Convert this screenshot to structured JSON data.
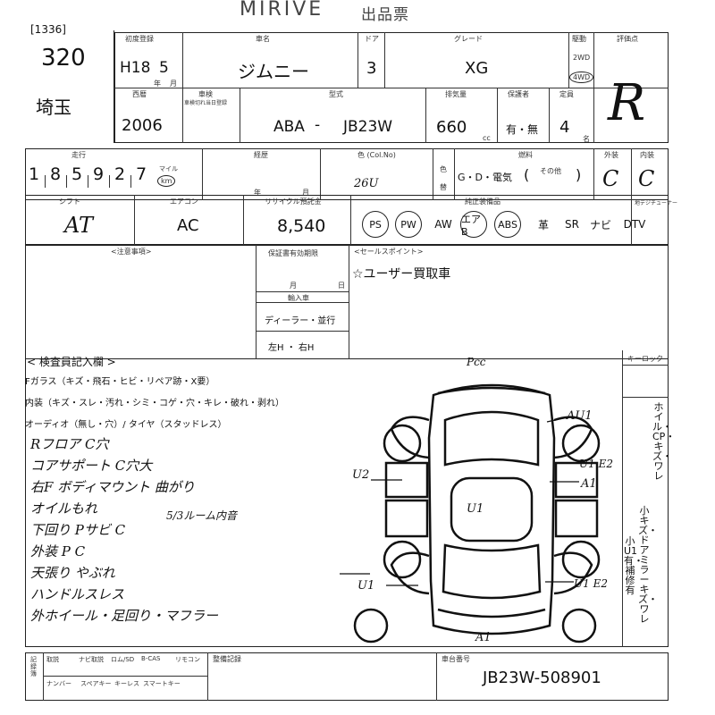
{
  "header": {
    "brand": "MIRIVE",
    "form_title": "出品票"
  },
  "lot": {
    "code": "[1336]",
    "number": "320",
    "location": "埼玉"
  },
  "row1": {
    "first_reg_label": "初度登録",
    "first_reg": "H18",
    "first_reg_month": "5",
    "first_reg_year_unit": "年",
    "first_reg_month_unit": "月",
    "car_name_label": "車名",
    "car_name": "ジムニー",
    "doors_label": "ドア",
    "doors": "3",
    "grade_label": "グレード",
    "grade": "XG",
    "drive_label": "駆動",
    "drive_2wd": "2WD",
    "drive_4wd": "4WD",
    "eval_label": "評価点",
    "eval": "R"
  },
  "row2": {
    "year_label": "西暦",
    "year": "2006",
    "inspection_label": "車検",
    "inspection_note": "車検切れ当日登録",
    "model_label": "型式",
    "model_prefix": "ABA",
    "model_dash": "-",
    "model_code": "JB23W",
    "displacement_label": "排気量",
    "displacement": "660",
    "displacement_unit": "cc",
    "fuel_label": "保護者",
    "fuel_value": "有・無",
    "capacity_label": "定員",
    "capacity": "4",
    "capacity_unit": "名"
  },
  "row3": {
    "mileage_label": "走行",
    "mileage_digits": [
      "1",
      "8",
      "5",
      "9",
      "2",
      "7"
    ],
    "mileage_unit_mile": "マイル",
    "mileage_unit_km": "km",
    "history_label": "経歴",
    "history_year_unit": "年",
    "history_month_unit": "月",
    "color_label": "色 (Col.No)",
    "color_code": "26U",
    "color_change_1": "色",
    "color_change_2": "替",
    "fuel_type_label": "燃料",
    "fuel_type": "G・D・電気",
    "fuel_other": "その他",
    "fuel_paren_open": "(",
    "fuel_paren_close": ")",
    "exterior_label": "外装",
    "exterior": "C",
    "interior_label": "内装",
    "interior": "C"
  },
  "row4": {
    "shift_label": "シフト",
    "shift": "AT",
    "aircon_label": "エアコン",
    "aircon": "AC",
    "recycle_label": "リサイクル預託金",
    "recycle": "8,540",
    "equipment_label": "純正装備品",
    "equipment": [
      "PS",
      "PW",
      "AW",
      "エアB",
      "ABS",
      "革",
      "SR",
      "ナビ",
      "DTV"
    ],
    "tv_label": "地デジチューナー"
  },
  "caution": {
    "label": "<注意事項>"
  },
  "warranty": {
    "label": "保証書有効期限",
    "month": "月",
    "day": "日"
  },
  "import": {
    "label": "輸入車",
    "dealer": "ディーラー・並行",
    "steering": "左H ・ 右H"
  },
  "sales_point": {
    "label": "<セールスポイント>",
    "text": "☆ユーザー買取車"
  },
  "inspector": {
    "label": "< 検査員記入欄 >",
    "lines": [
      "Fガラス（キズ・飛石・ヒビ・リペア跡・X要）",
      "内装（キズ・スレ・汚れ・シミ・コゲ・穴・キレ・破れ・剥れ）",
      "オーディオ（無し・穴）/ タイヤ（スタッドレス）"
    ]
  },
  "notes": [
    "Rフロア C穴",
    "コアサポート C穴大",
    "右F ボディマウント 曲がり",
    "オイルもれ",
    "下回り Pサビ C",
    "外装 P C",
    "天張り やぶれ",
    "ハンドルスレス",
    "外ホイール・足回り・マフラー"
  ],
  "notes_extra": "5/3ルーム内音",
  "diagram": {
    "marks": [
      "Pcc",
      "AU1",
      "U2",
      "U1 E2",
      "A1",
      "U1",
      "U1",
      "U1 E2",
      "A1"
    ]
  },
  "key_lock": {
    "label": "キーロック"
  },
  "side_notes": {
    "col1": "ホイル・CP・キズ・ワレ",
    "col2": "小キズ・ドアミラーキズ・ワレ",
    "col3": "小U1有・補修有"
  },
  "bottom": {
    "items": [
      "取説",
      "ナビ取説",
      "ロム/SD",
      "B-CAS",
      "リモコン",
      "ナンバー",
      "スペアキー",
      "キーレス",
      "スマートキー"
    ],
    "left_label": "記録簿",
    "record_label": "整備記録",
    "frame_label": "車台番号",
    "frame_number": "JB23W-508901"
  },
  "colors": {
    "ink": "#111111",
    "line": "#333333",
    "paper": "#ffffff"
  }
}
